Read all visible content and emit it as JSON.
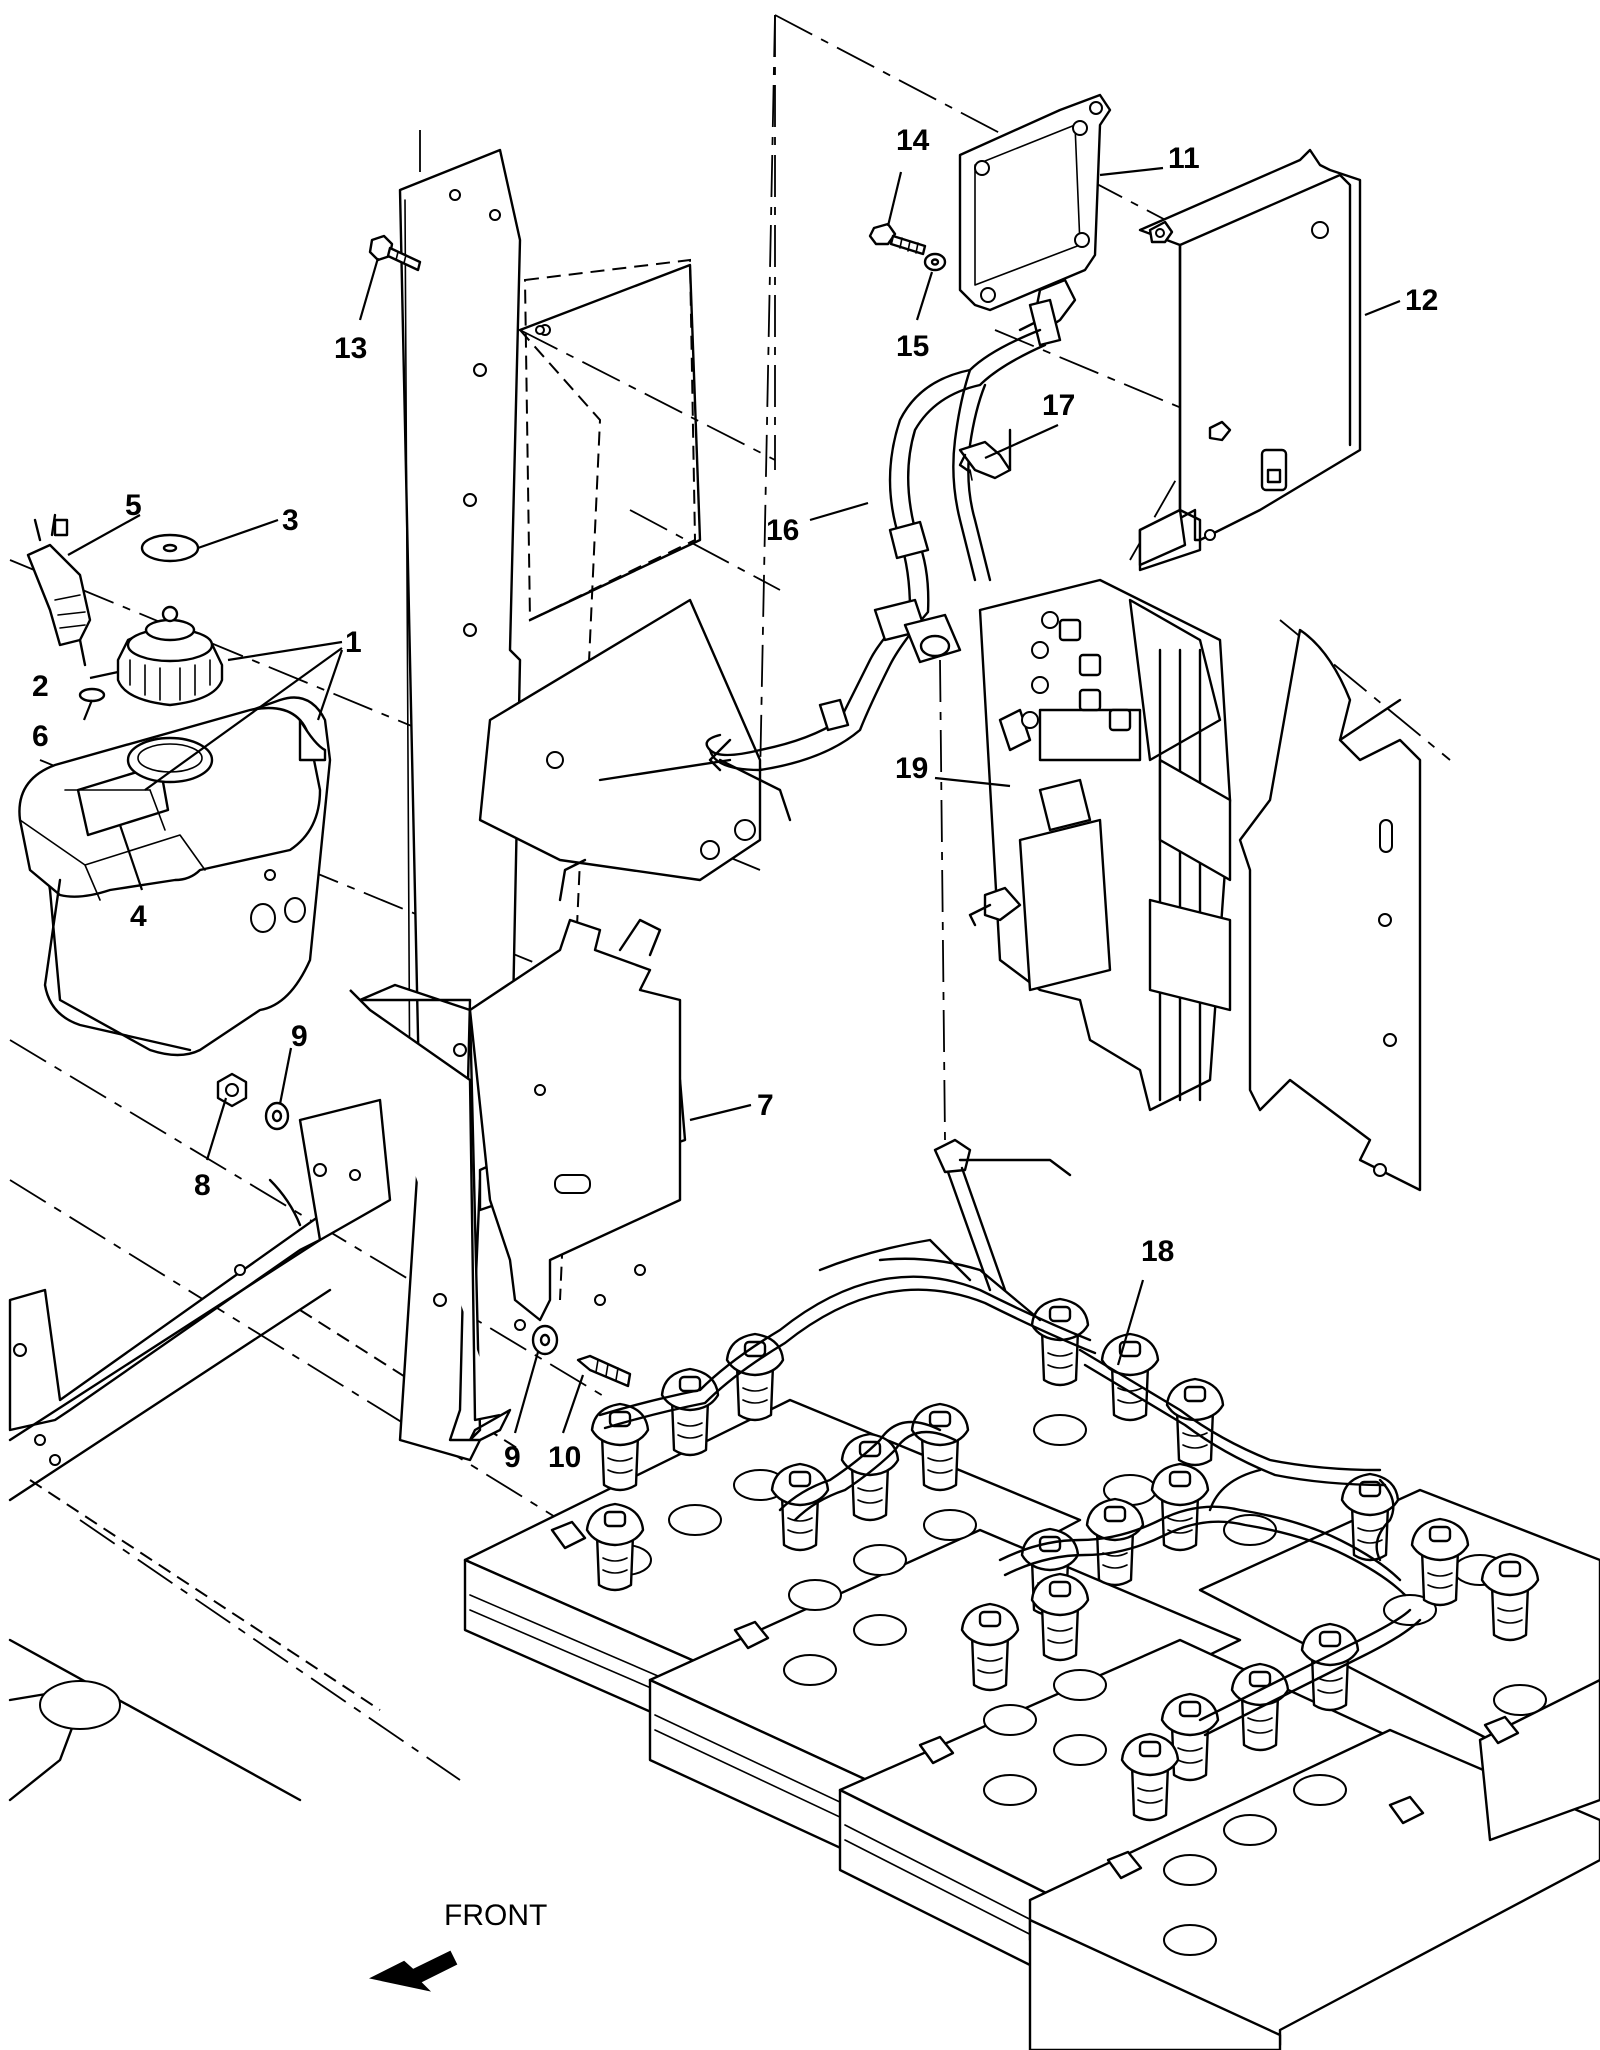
{
  "diagram": {
    "callouts": [
      "1",
      "2",
      "3",
      "4",
      "5",
      "6",
      "7",
      "8",
      "9",
      "10",
      "11",
      "12",
      "13",
      "14",
      "15",
      "16",
      "17",
      "18",
      "19"
    ],
    "callout_9b": "9",
    "front_label": "FRONT"
  }
}
